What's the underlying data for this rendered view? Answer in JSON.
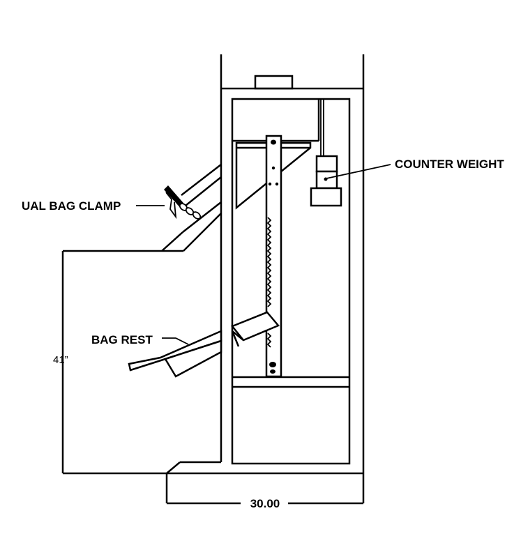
{
  "labels": {
    "counter_weight": "COUNTER WEIGHT",
    "ual_bag_clamp": "UAL BAG CLAMP",
    "bag_rest": "BAG REST",
    "height_dim": "41”",
    "width_dim": "30.00"
  }
}
